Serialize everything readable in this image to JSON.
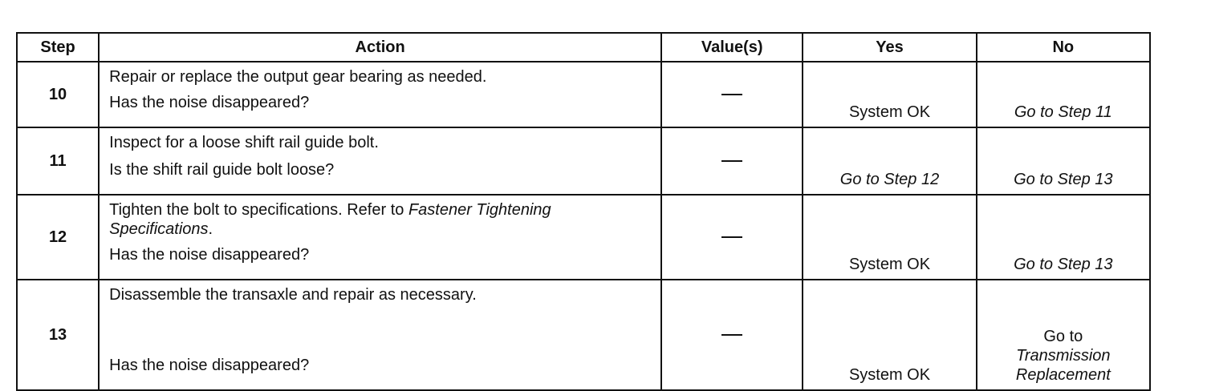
{
  "headers": {
    "step": "Step",
    "action": "Action",
    "values": "Value(s)",
    "yes": "Yes",
    "no": "No"
  },
  "rows": [
    {
      "step": "10",
      "action": "Repair or replace the output gear bearing as needed.",
      "question": "Has the noise disappeared?",
      "value": "—",
      "yes": "System OK",
      "no": "Go to Step 11"
    },
    {
      "step": "11",
      "action": "Inspect for a loose shift rail guide bolt.",
      "question": "Is the shift rail guide bolt loose?",
      "value": "—",
      "yes": "Go to Step 12",
      "no": "Go to Step 13"
    },
    {
      "step": "12",
      "action": "Tighten the bolt to specifications. Refer to",
      "action_ref": "Fastener Tightening Specifications",
      "action_end": ".",
      "question": "Has the noise disappeared?",
      "value": "—",
      "yes": "System OK",
      "no": "Go to Step 13"
    },
    {
      "step": "13",
      "action": "Disassemble the transaxle and repair as necessary.",
      "question": "Has the noise disappeared?",
      "value": "—",
      "yes": "System OK",
      "no_prefix": "Go to",
      "no_ref": "Transmission Replacement"
    }
  ]
}
